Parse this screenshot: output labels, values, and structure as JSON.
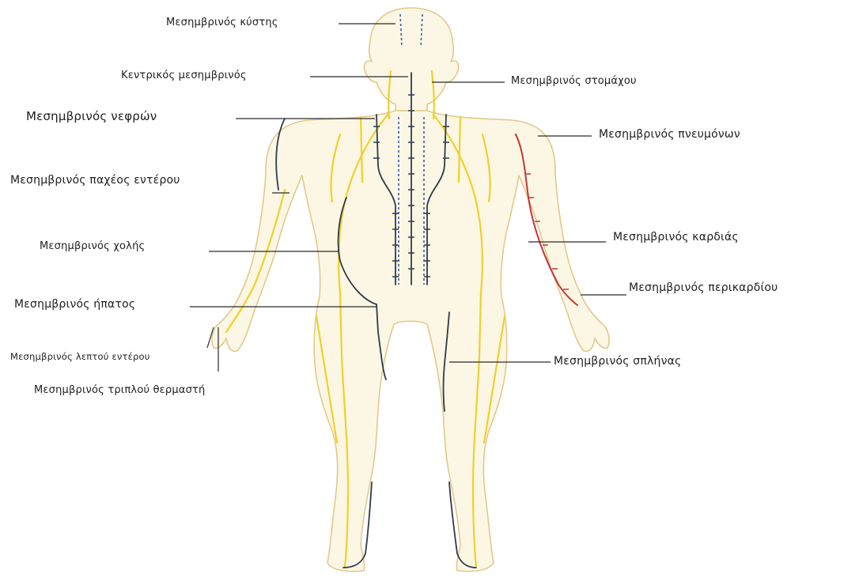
{
  "colors": {
    "background": "#ffffff",
    "skin": "#fbf7e4",
    "outline": "#e2c98a",
    "meridian_yellow": "#f2cf2a",
    "meridian_dark": "#303a48",
    "meridian_blue": "#3a5bb0",
    "meridian_red": "#c8333a",
    "leader_line": "#2a2a2a"
  },
  "labels": [
    {
      "key": "bladder",
      "text": "Μεσημβρινός κύστης"
    },
    {
      "key": "central",
      "text": "Κεντρικός μεσημβρινός"
    },
    {
      "key": "stomach",
      "text": "Μεσημβρινός στομάχου"
    },
    {
      "key": "kidneys",
      "text": "Μεσημβρινός νεφρών"
    },
    {
      "key": "lungs",
      "text": "Μεσημβρινός πνευμόνων"
    },
    {
      "key": "large_intestine",
      "text": "Μεσημβρινός παχέος εντέρου"
    },
    {
      "key": "heart",
      "text": "Μεσημβρινός καρδιάς"
    },
    {
      "key": "gallbladder",
      "text": "Μεσημβρινός χολής"
    },
    {
      "key": "pericardium",
      "text": "Μεσημβρινός περικαρδίου"
    },
    {
      "key": "liver",
      "text": "Μεσημβρινός ήπατος"
    },
    {
      "key": "small_intestine",
      "text": "Μεσημβρινός λεπτού εντέρου"
    },
    {
      "key": "spleen",
      "text": "Μεσημβρινός σπλήνας"
    },
    {
      "key": "triple_warmer",
      "text": "Μεσημβρινός τριπλού θερμαστή"
    }
  ]
}
